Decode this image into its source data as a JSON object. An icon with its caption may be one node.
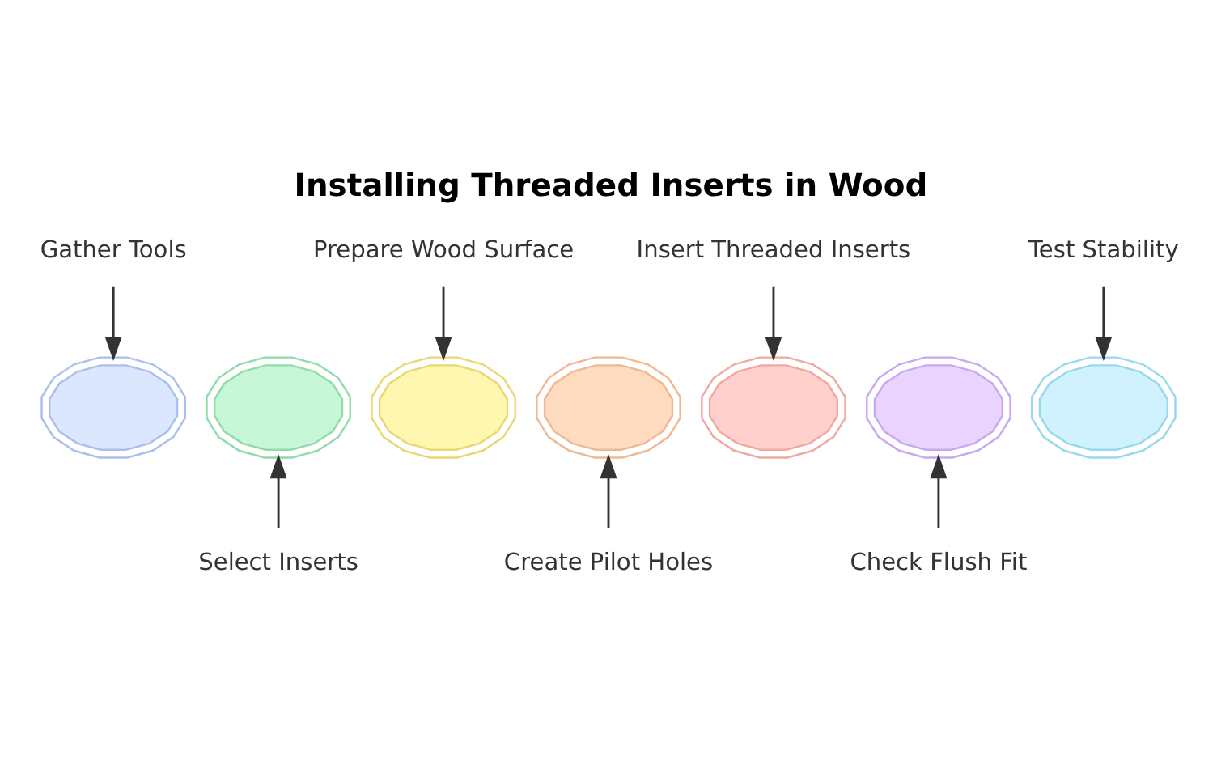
{
  "diagram": {
    "title": "Installing Threaded Inserts in Wood",
    "nodes": [
      {
        "text": [
          "Gather Tools"
        ]
      },
      {
        "text": [
          "Prepare Wood Surface"
        ]
      },
      {
        "text": [
          "Insert Threaded Inserts"
        ]
      },
      {
        "text": [
          "Test Stability"
        ]
      },
      {
        "text": [],
        "shape": "gear"
      },
      {
        "text": [],
        "shape": "gear"
      },
      {
        "text": [],
        "shape": "gear"
      },
      {
        "text": [],
        "shape": "gear"
      },
      {
        "text": [],
        "shape": "gear"
      },
      {
        "text": [],
        "shape": "gear"
      },
      {
        "text": [],
        "shape": "gear"
      },
      {
        "text": [
          "Select Inserts"
        ]
      },
      {
        "text": [
          "Create Pilot Holes"
        ]
      },
      {
        "text": [
          "Check Flush Fit"
        ]
      }
    ],
    "edges": [
      {
        "from": 0,
        "to": 4,
        "arrow": "to"
      },
      {
        "from": 11,
        "to": 5,
        "arrow": "to"
      },
      {
        "from": 1,
        "to": 6,
        "arrow": "to"
      },
      {
        "from": 12,
        "to": 7,
        "arrow": "to"
      },
      {
        "from": 2,
        "to": 8,
        "arrow": "to"
      },
      {
        "from": 13,
        "to": 9,
        "arrow": "to"
      },
      {
        "from": 3,
        "to": 10,
        "arrow": "to"
      }
    ]
  }
}
